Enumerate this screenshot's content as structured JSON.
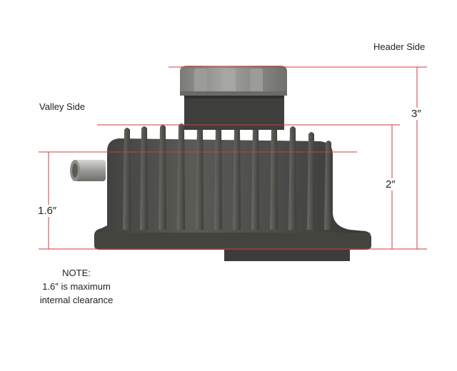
{
  "labels": {
    "header_side": "Header Side",
    "valley_side": "Valley Side"
  },
  "dimensions": {
    "overall_height": "3″",
    "body_height": "2″",
    "clearance_height": "1.6″"
  },
  "note": {
    "title": "NOTE:",
    "line1": "1.6″ is maximum",
    "line2": "internal clearance"
  },
  "colors": {
    "dimension_line": "#d9383a",
    "part_body": "#4b4b49",
    "part_dark": "#3a3a38",
    "fill_cap": "#8a8a87",
    "tube": "#b5b5b2"
  },
  "icons": {
    "part": "breather-valve-housing-illustration"
  }
}
